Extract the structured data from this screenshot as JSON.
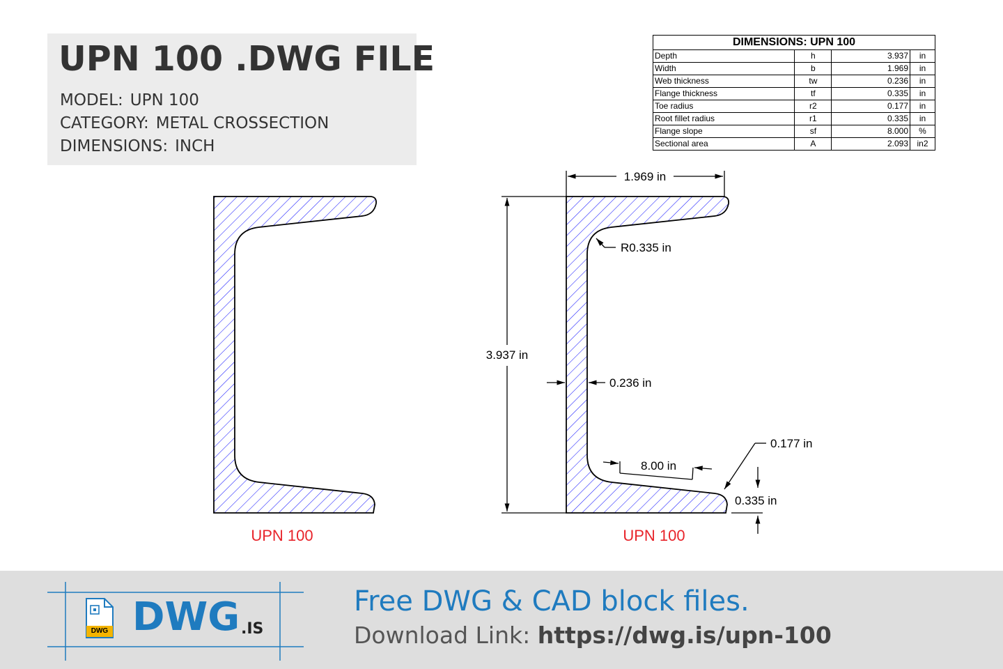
{
  "header": {
    "title": "UPN 100 .DWG FILE",
    "model_label": "MODEL:",
    "model_value": "UPN 100",
    "category_label": "CATEGORY:",
    "category_value": "METAL CROSSECTION",
    "dimensions_label": "DIMENSIONS:",
    "dimensions_value": "INCH"
  },
  "dimensions_table": {
    "title": "DIMENSIONS: UPN 100",
    "rows": [
      {
        "name": "Depth",
        "symbol": "h",
        "value": "3.937",
        "unit": "in"
      },
      {
        "name": "Width",
        "symbol": "b",
        "value": "1.969",
        "unit": "in"
      },
      {
        "name": "Web thickness",
        "symbol": "tw",
        "value": "0.236",
        "unit": "in"
      },
      {
        "name": "Flange thickness",
        "symbol": "tf",
        "value": "0.335",
        "unit": "in"
      },
      {
        "name": "Toe radius",
        "symbol": "r2",
        "value": "0.177",
        "unit": "in"
      },
      {
        "name": "Root fillet radius",
        "symbol": "r1",
        "value": "0.335",
        "unit": "in"
      },
      {
        "name": "Flange slope",
        "symbol": "sf",
        "value": "8.000",
        "unit": "%"
      },
      {
        "name": "Sectional area",
        "symbol": "A",
        "value": "2.093",
        "unit": "in2"
      }
    ]
  },
  "drawing": {
    "left_caption": "UPN 100",
    "right_caption": "UPN 100",
    "dim_width": "1.969 in",
    "dim_depth": "3.937 in",
    "dim_root_radius": "R0.335 in",
    "dim_web": "0.236 in",
    "dim_slope": "8.00 in",
    "dim_toe_radius": "0.177 in",
    "dim_flange": "0.335 in",
    "hatch_color": "#1a1aff",
    "caption_color": "#e8232a"
  },
  "footer": {
    "logo_main": "DWG",
    "logo_suffix": ".IS",
    "file_badge": "DWG",
    "tagline": "Free DWG & CAD block files.",
    "download_label": "Download Link:",
    "download_url": "https://dwg.is/upn-100",
    "brand_color": "#1f7bbf"
  }
}
